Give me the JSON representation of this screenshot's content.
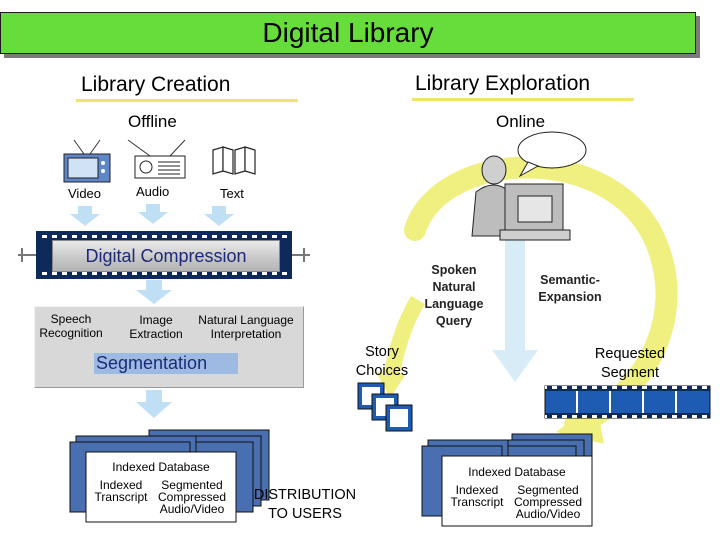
{
  "title": "Digital Library",
  "sections": {
    "creation": "Library Creation",
    "exploration": "Library Exploration",
    "offline": "Offline",
    "online": "Online"
  },
  "media": {
    "video": "Video",
    "audio": "Audio",
    "text": "Text"
  },
  "processing": {
    "digital_compression": "Digital Compression",
    "speech_recognition": [
      "Speech",
      "Recognition"
    ],
    "image_extraction": [
      "Image",
      "Extraction"
    ],
    "natural_language": [
      "Natural Language",
      "Interpretation"
    ],
    "segmentation": "Segmentation"
  },
  "database_left": {
    "heading": "Indexed Database",
    "indexed_transcript": [
      "Indexed",
      "Transcript"
    ],
    "segmented_audio_video": [
      "Segmented",
      "Compressed",
      "Audio/Video"
    ]
  },
  "database_right": {
    "heading": "Indexed Database",
    "indexed_transcript": [
      "Indexed",
      "Transcript"
    ],
    "segmented_audio_video": [
      "Segmented",
      "Compressed",
      "Audio/Video"
    ]
  },
  "distribution": [
    "DISTRIBUTION",
    "TO USERS"
  ],
  "story_choices": [
    "Story",
    "Choices"
  ],
  "spoken_query": [
    "Spoken",
    "Natural",
    "Language",
    "Query"
  ],
  "semantic_expansion": [
    "Semantic-",
    "Expansion"
  ],
  "requested_segment": [
    "Requested",
    "Segment"
  ],
  "colors": {
    "title_green": "#66dd3a",
    "underline_yellow": "#f2e46a",
    "arrow_yellow": "#f0f080",
    "down_arrow": "#bfe0f4",
    "film_blue": "#1e5cb3",
    "stack_blue": "#4a6fb0",
    "text_blue": "#1c2a78"
  }
}
